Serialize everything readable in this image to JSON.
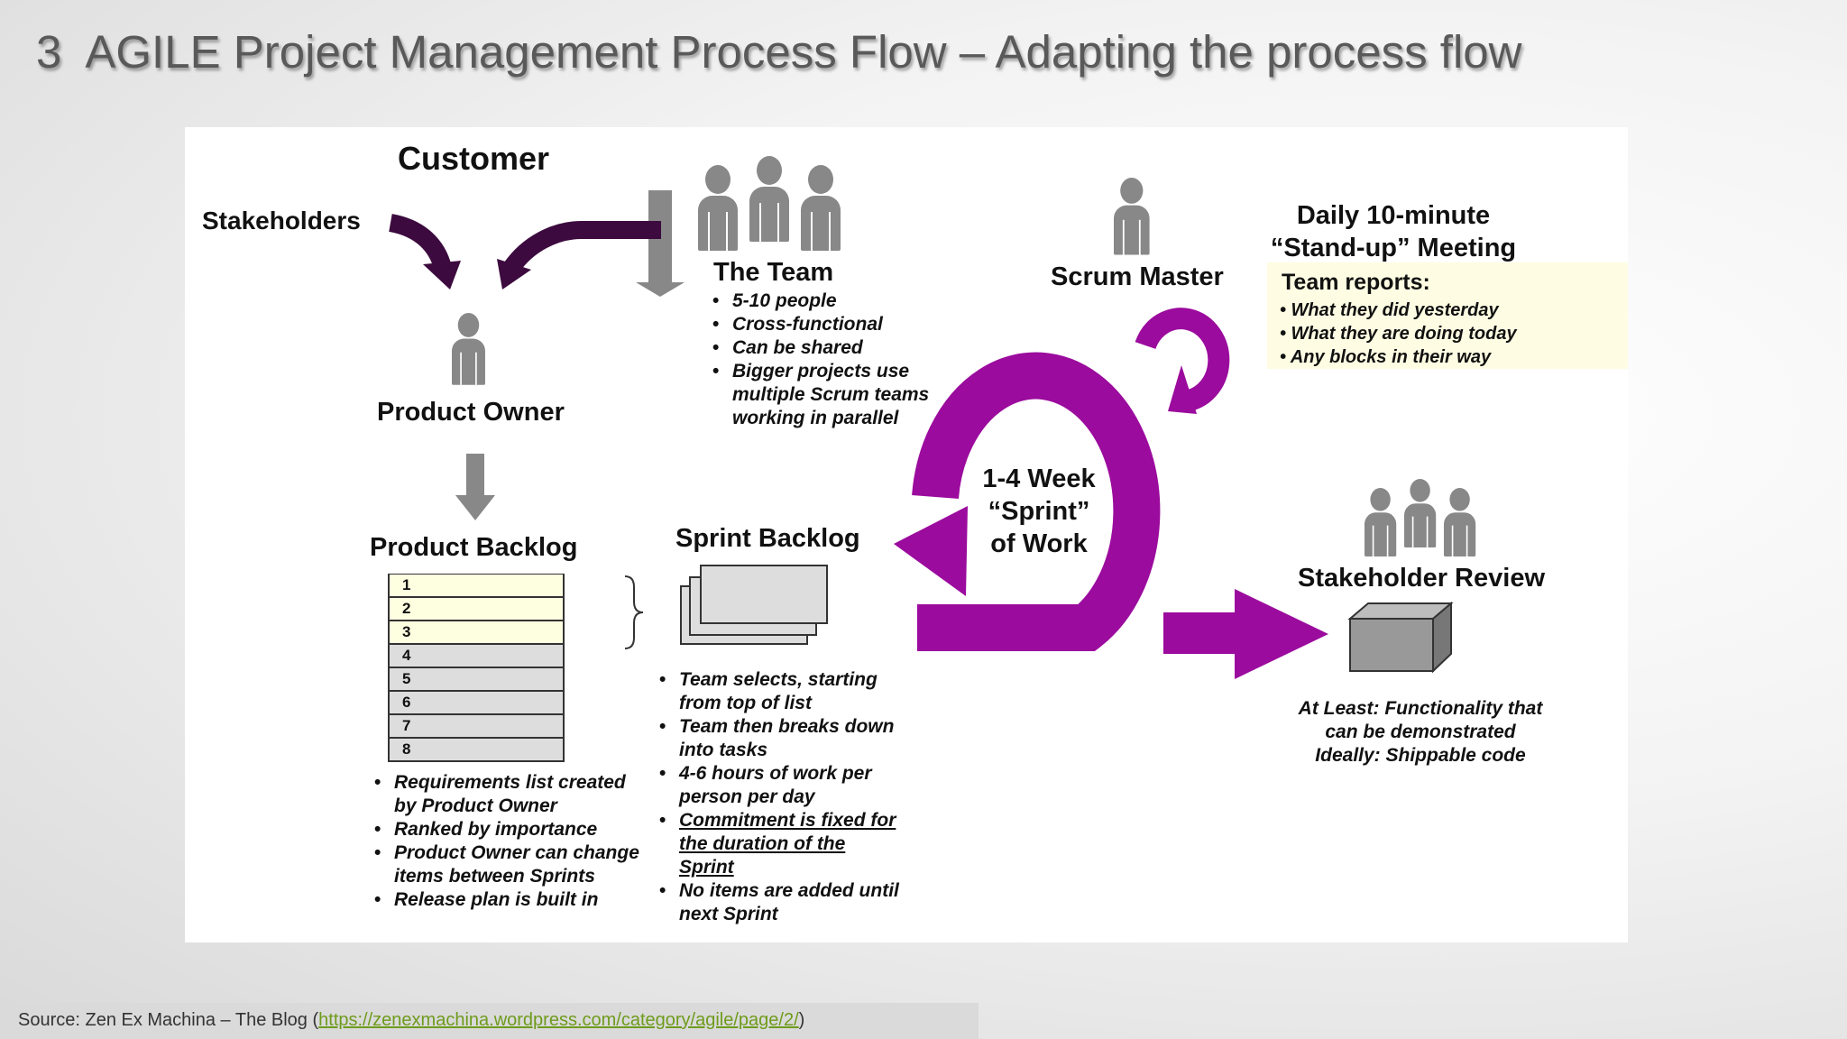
{
  "title": {
    "number": "3",
    "text": "AGILE Project Management Process Flow – Adapting the process flow"
  },
  "diagram": {
    "customer": "Customer",
    "stakeholders": "Stakeholders",
    "product_owner": "Product Owner",
    "product_backlog": {
      "title": "Product Backlog",
      "items": [
        "1",
        "2",
        "3",
        "4",
        "5",
        "6",
        "7",
        "8"
      ],
      "bullets": [
        "Requirements list created by Product Owner",
        "Ranked by importance",
        "Product Owner can change items between Sprints",
        "Release plan is built in"
      ]
    },
    "team": {
      "title": "The Team",
      "bullets": [
        "5-10 people",
        "Cross-functional",
        "Can be shared",
        "Bigger projects use multiple Scrum teams working in parallel"
      ]
    },
    "sprint_backlog": {
      "title": "Sprint Backlog",
      "bullets": [
        "Team selects, starting from top of list",
        "Team then breaks down into tasks",
        "4-6 hours of work per person per day",
        "Commitment is fixed for the duration of the Sprint",
        "No items are added until next Sprint"
      ]
    },
    "scrum_master": "Scrum Master",
    "sprint": {
      "line1": "1-4 Week",
      "line2": "“Sprint”",
      "line3": "of Work"
    },
    "standup": {
      "line1": "Daily 10-minute",
      "line2": "“Stand-up” Meeting",
      "reports_title": "Team reports:",
      "reports": [
        "• What they did yesterday",
        "• What they are doing today",
        "• Any blocks in their way"
      ]
    },
    "review": {
      "title": "Stakeholder Review",
      "line1": "At Least: Functionality that",
      "line2": "can be demonstrated",
      "line3": "Ideally: Shippable code"
    },
    "colors": {
      "purple": "#9b0b9d",
      "dark_purple": "#3c0a3e",
      "gray": "#888888",
      "highlight": "#fefde3"
    }
  },
  "source": {
    "prefix": "Source: Zen Ex Machina – The Blog (",
    "link": "https://zenexmachina.wordpress.com/category/agile/page/2/",
    "suffix": ")"
  }
}
